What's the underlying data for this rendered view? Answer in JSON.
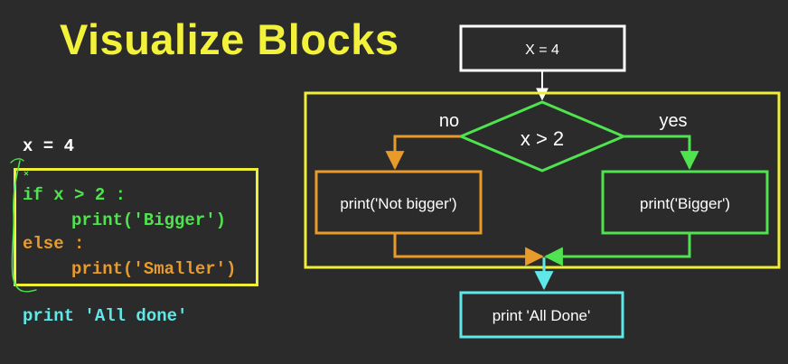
{
  "title": "Visualize Blocks",
  "code": {
    "assign": "x = 4",
    "if_line": "if x > 2 :",
    "print_bigger": "print('Bigger')",
    "else_line": "else :",
    "print_smaller": "print('Smaller')",
    "print_done": "print 'All done'"
  },
  "flowchart": {
    "start_label": "X = 4",
    "condition_label": "x > 2",
    "no_label": "no",
    "yes_label": "yes",
    "false_branch_label": "print('Not bigger')",
    "true_branch_label": "print('Bigger')",
    "end_label": "print 'All Done'"
  },
  "colors": {
    "background": "#2b2b2b",
    "title": "#f2f23a",
    "block_border": "#efef3a",
    "code_assign": "#ffffff",
    "code_true": "#4fe34f",
    "code_false": "#e89a2a",
    "code_done": "#5fe8e8",
    "no_branch": "#e89a2a",
    "yes_branch": "#4fe34f",
    "end_box": "#5fe8e8",
    "start_box": "#ffffff"
  }
}
